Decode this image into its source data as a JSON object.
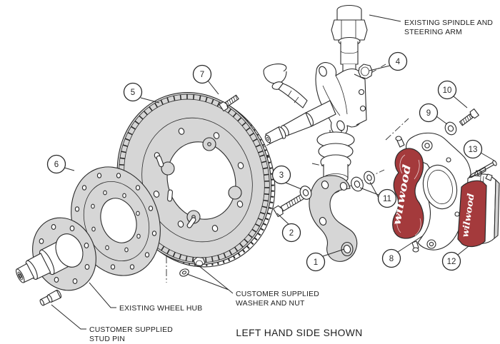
{
  "diagram": {
    "title": "LEFT HAND SIDE SHOWN",
    "brand_script": "wilwood",
    "labels": {
      "spindle": [
        "EXISTING SPINDLE AND",
        "STEERING ARM"
      ],
      "washer_nut": [
        "CUSTOMER SUPPLIED",
        "WASHER AND NUT"
      ],
      "wheel_hub": [
        "EXISTING WHEEL HUB"
      ],
      "stud_pin": [
        "CUSTOMER SUPPLIED",
        "STUD PIN"
      ]
    },
    "callouts": [
      "1",
      "2",
      "3",
      "4",
      "5",
      "6",
      "7",
      "8",
      "9",
      "10",
      "11",
      "12",
      "13"
    ],
    "colors": {
      "line": "#2a2a2a",
      "fill_gray": "#d6d6d6",
      "fill_light": "#efefef",
      "caliper_red": "#a43a3c",
      "script_white": "#ffffff",
      "background": "#ffffff"
    }
  }
}
